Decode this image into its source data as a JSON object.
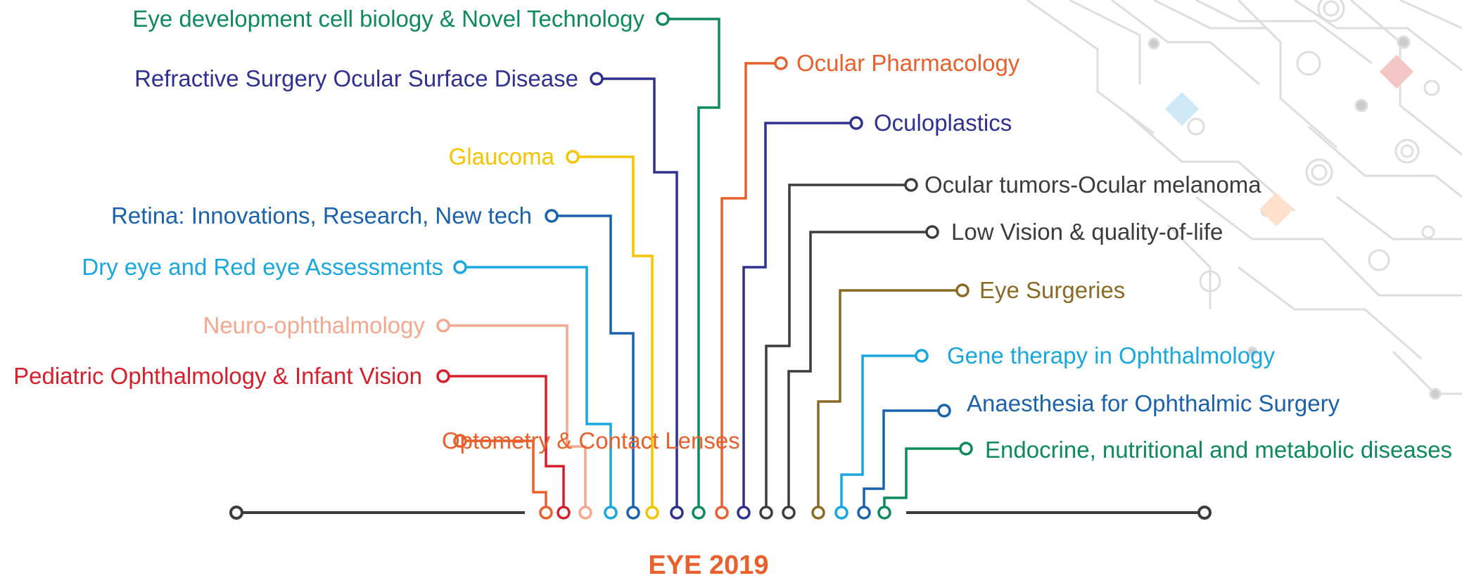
{
  "title": "EYE 2019",
  "colors": {
    "title": "#e8602c",
    "baseline": "#3c3c3c"
  },
  "topics": [
    {
      "label": "Eye development cell biology & Novel Technology",
      "color": "#0e8a5b"
    },
    {
      "label": "Refractive Surgery Ocular Surface Disease",
      "color": "#2e3190"
    },
    {
      "label": "Glaucoma",
      "color": "#f5c400"
    },
    {
      "label": "Retina: Innovations, Research, New tech",
      "color": "#1a62ae"
    },
    {
      "label": "Dry eye and Red eye Assessments",
      "color": "#1aa7e0"
    },
    {
      "label": "Neuro-ophthalmology",
      "color": "#f4a88f"
    },
    {
      "label": "Pediatric Ophthalmology & Infant Vision",
      "color": "#d71f2b"
    },
    {
      "label": "Optometry & Contact Lenses",
      "color": "#e8602c"
    },
    {
      "label": "Ocular Pharmacology",
      "color": "#e8602c"
    },
    {
      "label": "Oculoplastics",
      "color": "#2e3190"
    },
    {
      "label": "Ocular tumors-Ocular melanoma",
      "color": "#3c3c3c"
    },
    {
      "label": "Low Vision & quality-of-life",
      "color": "#3c3c3c"
    },
    {
      "label": "Eye Surgeries",
      "color": "#8a6a25"
    },
    {
      "label": "Gene therapy in Ophthalmology",
      "color": "#1aa7e0"
    },
    {
      "label": "Anaesthesia for Ophthalmic Surgery",
      "color": "#1a62ae"
    },
    {
      "label": "Endocrine, nutritional and metabolic diseases",
      "color": "#0e8a5b"
    }
  ]
}
